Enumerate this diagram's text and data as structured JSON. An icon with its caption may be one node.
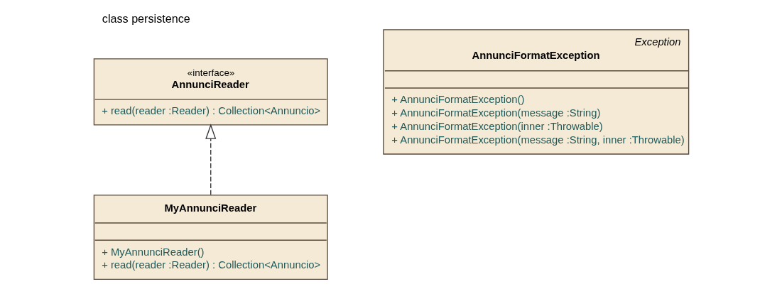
{
  "diagram": {
    "title": "class persistence",
    "nodes": [
      {
        "text": [
          "«interface»",
          "AnnunciReader",
          "+ read(reader :Reader) : Collection<Annuncio>"
        ]
      },
      {
        "text": [
          "Exception",
          "AnnunciFormatException",
          "+ AnnunciFormatException()",
          "+ AnnunciFormatException(message :String)",
          "+ AnnunciFormatException(inner :Throwable)",
          "+ AnnunciFormatException(message :String, inner :Throwable)"
        ]
      },
      {
        "text": [
          "MyAnnunciReader",
          "+ MyAnnunciReader()",
          "+ read(reader :Reader) : Collection<Annuncio>"
        ]
      }
    ],
    "edges": [
      {
        "from": 2,
        "to": 0,
        "arrow": "to",
        "style": "dashed"
      }
    ]
  }
}
